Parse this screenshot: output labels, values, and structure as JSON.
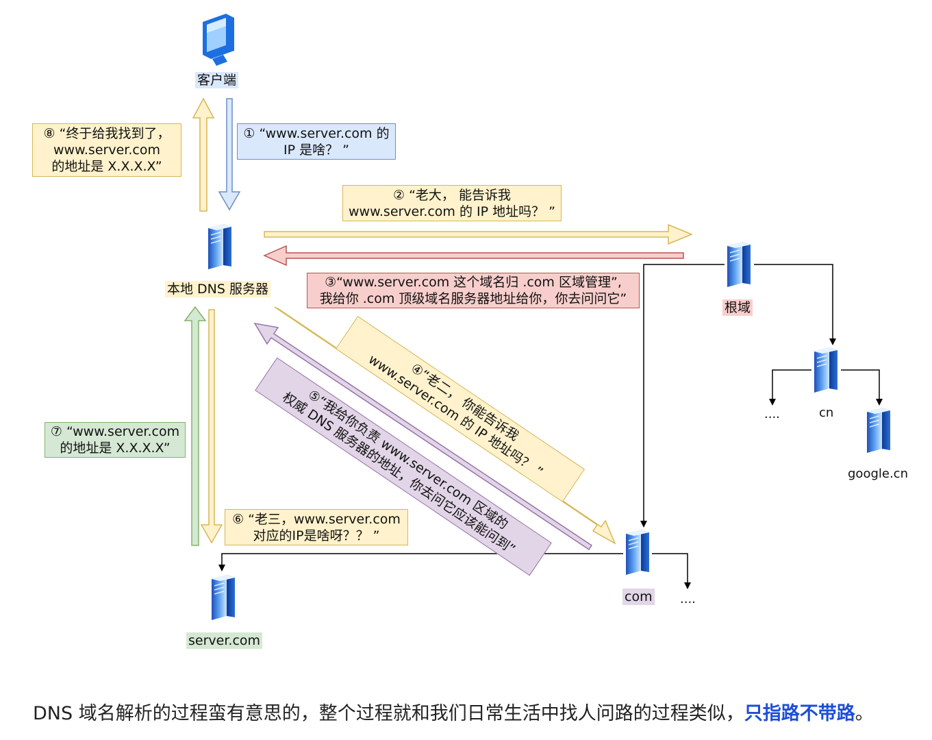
{
  "nodes": {
    "client": "客户端",
    "local_dns": "本地 DNS 服务器",
    "root": "根域",
    "cn": "cn",
    "google": "google.cn",
    "com": "com",
    "server": "server.com",
    "dots_cn": "....",
    "dots_com": "...."
  },
  "messages": {
    "m1": "① “www.server.com 的\nIP 是啥？ ”",
    "m2": "② “老大， 能告诉我\nwww.server.com 的 IP 地址吗？ ”",
    "m3": "③“www.server.com 这个域名归 .com 区域管理”,\n我给你 .com 顶级域名服务器地址给你，你去问问它”",
    "m4": "④“老二， 你能告诉我\nwww.server.com  的 IP 地址吗？ ”",
    "m5": "⑤“我给你负责 www.server.com 区域的\n权威 DNS 服务器的地址，你去问它应该能问到”",
    "m6": "⑥ “老三，www.server.com\n对应的IP是啥呀？？ ”",
    "m7": "⑦ “www.server.com\n的地址是 X.X.X.X”",
    "m8": "⑧ “终于给我找到了，\nwww.server.com\n的地址是 X.X.X.X”"
  },
  "caption": {
    "text": "DNS 域名解析的过程蛮有意思的，整个过程就和我们日常生活中找人问路的过程类似，",
    "highlight": "只指路不带路",
    "end": "。"
  },
  "colors": {
    "blue": "#dae8fc",
    "yellow": "#fff2cc",
    "red": "#f8cecc",
    "green": "#d5e8d4",
    "purple": "#e1d5e7",
    "highlight": "#1d4ed8"
  },
  "icons": {
    "client": "monitor-icon",
    "servers": "server-tower-icon"
  }
}
